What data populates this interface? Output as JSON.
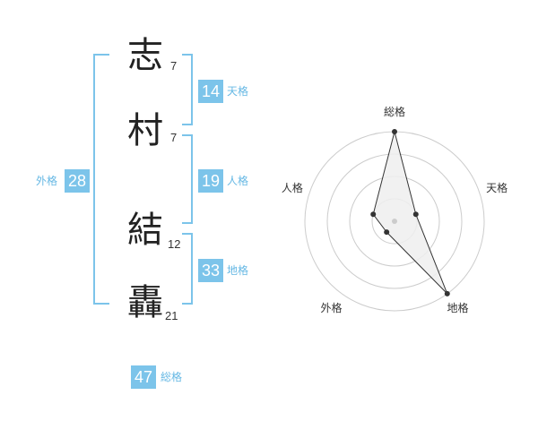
{
  "name": {
    "chars": [
      {
        "char": "志",
        "strokes": "7"
      },
      {
        "char": "村",
        "strokes": "7"
      },
      {
        "char": "結",
        "strokes": "12"
      },
      {
        "char": "轟",
        "strokes": "21"
      }
    ]
  },
  "grid": {
    "tenkaku": {
      "value": "14",
      "label": "天格"
    },
    "jinkaku": {
      "value": "19",
      "label": "人格"
    },
    "chikaku": {
      "value": "33",
      "label": "地格"
    },
    "gaikaku": {
      "value": "28",
      "label": "外格"
    },
    "soukaku": {
      "value": "47",
      "label": "総格"
    }
  },
  "colors": {
    "accent": "#7cc4ea",
    "radar_fill": "#eeeeee",
    "radar_line": "#333333"
  },
  "chart_data": {
    "type": "radar",
    "axes": [
      "総格",
      "天格",
      "地格",
      "外格",
      "人格"
    ],
    "values": [
      4,
      1,
      4,
      0.6,
      1
    ],
    "rmax": 4,
    "rings": 4,
    "grid": true
  }
}
